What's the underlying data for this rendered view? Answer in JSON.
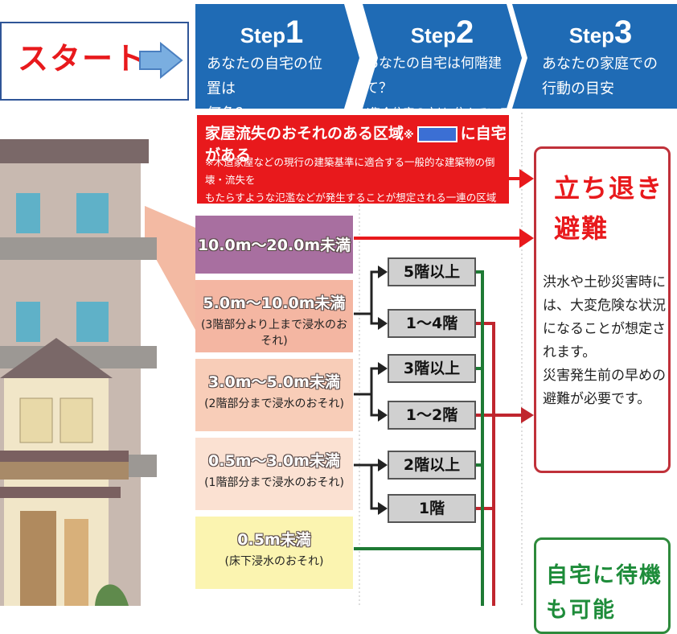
{
  "start": {
    "label": "スタート",
    "arrow_icon": "right-arrow-icon"
  },
  "steps": [
    {
      "word": "Step",
      "num": "1",
      "line1": "あなたの自宅の位置は",
      "line2": "何色？"
    },
    {
      "word": "Step",
      "num": "2",
      "line1": "あなたの自宅は何階建て？",
      "line2": "(集合住宅の方は､住んでいる階数)"
    },
    {
      "word": "Step",
      "num": "3",
      "line1": "あなたの家庭での",
      "line2": "行動の目安"
    }
  ],
  "warning": {
    "title_before": "家屋流失のおそれのある区域",
    "mark": "※",
    "title_after": "に自宅がある",
    "note_line1": "※木造家屋などの現行の建築基準に適合する一般的な建築物の倒壊・流失を",
    "note_line2": "もたらすような氾濫などが発生することが想定される一連の区域"
  },
  "zones": [
    {
      "value": "10.0m～20.0m未満",
      "note": "",
      "color": "#a86fa0"
    },
    {
      "value": "5.0m～10.0m未満",
      "note": "(3階部分より上まで浸水のおそれ)",
      "color": "#f4b6a2"
    },
    {
      "value": "3.0m～5.0m未満",
      "note": "(2階部分まで浸水のおそれ)",
      "color": "#f8cdb8"
    },
    {
      "value": "0.5m～3.0m未満",
      "note": "(1階部分まで浸水のおそれ)",
      "color": "#fbe1d2"
    },
    {
      "value": "0.5m未満",
      "note": "(床下浸水のおそれ)",
      "color": "#fbf4b0"
    }
  ],
  "floors": [
    "5階以上",
    "1～4階",
    "3階以上",
    "1～2階",
    "2階以上",
    "1階"
  ],
  "result_evacuate": {
    "title1": "立ち退き",
    "title2": "避難",
    "body": [
      "洪水や土砂災害時に",
      "は、大変危険な状況",
      "になることが想定さ",
      "れます。",
      "災害発生前の早めの",
      "避難が必要です。"
    ]
  },
  "result_stay": {
    "title": "自宅に待機",
    "title2": "も可能"
  },
  "colors": {
    "step_blue": "#1f6bb5",
    "red": "#e8191c",
    "green": "#1e8c3a",
    "purple": "#a86fa0"
  }
}
